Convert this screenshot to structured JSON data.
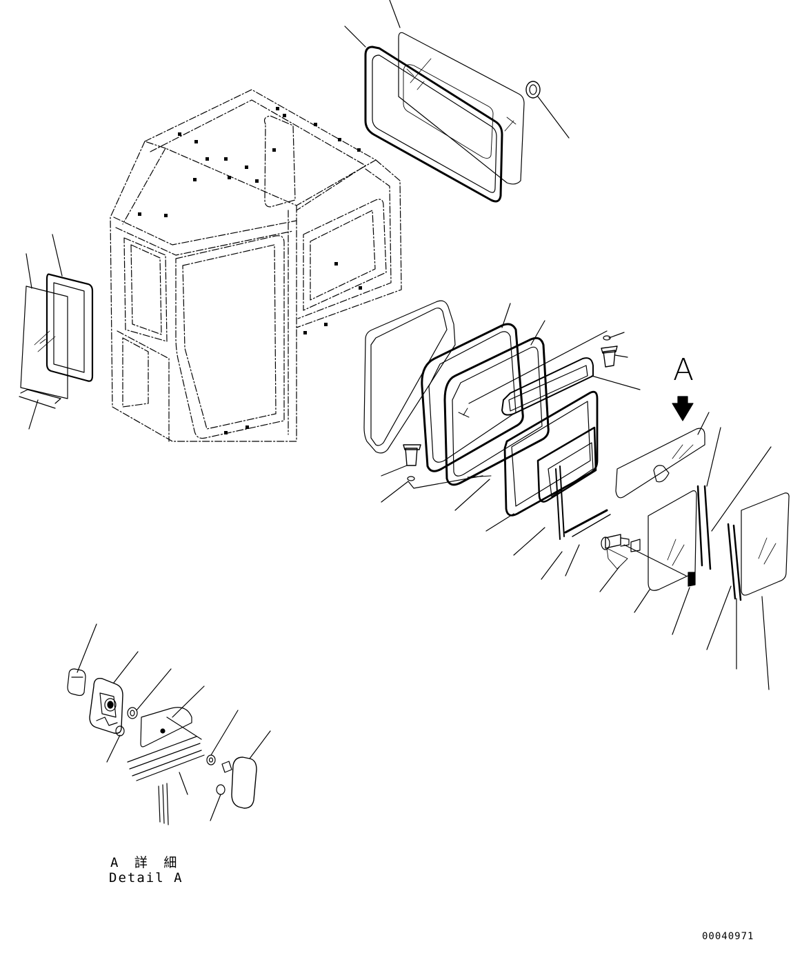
{
  "callout": "A",
  "detail_label_jp": "A 詳 細",
  "detail_label_en": "Detail A",
  "drawing_number": "00040971"
}
